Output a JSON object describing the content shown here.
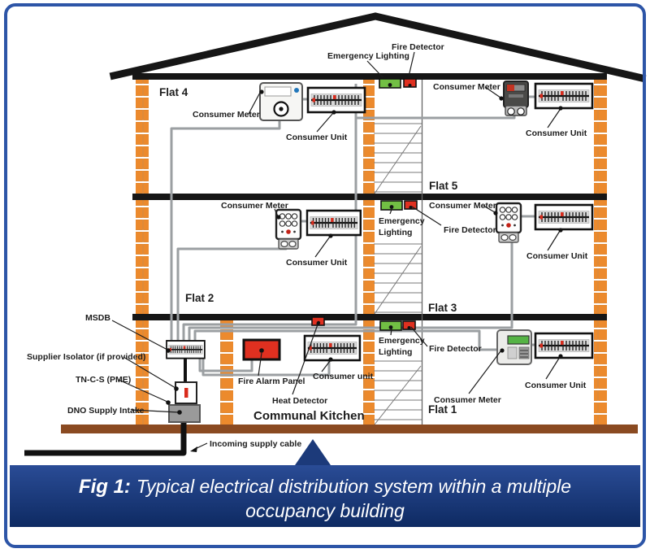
{
  "caption": {
    "fig_label": "Fig 1:",
    "line1": "Typical electrical distribution system within a multiple",
    "line2": "occupancy building"
  },
  "labels": {
    "top": {
      "emergency_lighting": "Emergency Lighting",
      "fire_detector": "Fire Detector"
    },
    "flat4": {
      "name": "Flat 4",
      "consumer_meter": "Consumer Meter",
      "consumer_unit": "Consumer Unit"
    },
    "flat5": {
      "name": "Flat 5",
      "consumer_meter": "Consumer Meter",
      "consumer_unit": "Consumer Unit"
    },
    "flat2": {
      "name": "Flat 2",
      "consumer_meter": "Consumer Meter",
      "consumer_unit": "Consumer Unit"
    },
    "flat3": {
      "name": "Flat 3",
      "consumer_meter": "Consumer Meter",
      "consumer_unit": "Consumer Unit",
      "emergency_line1": "Emergency",
      "emergency_line2": "Lighting",
      "fire_detector": "Fire Detector"
    },
    "flat1": {
      "name": "Flat 1",
      "consumer_meter": "Consumer Meter",
      "consumer_unit": "Consumer Unit"
    },
    "ground": {
      "msdb": "MSDB",
      "supplier_isolator": "Supplier Isolator (if provided)",
      "tncs": "TN-C-S (PME)",
      "dno": "DNO Supply Intake",
      "fire_alarm_panel": "Fire Alarm Panel",
      "consumer_unit": "Consumer unit",
      "heat_detector": "Heat Detector",
      "communal_kitchen": "Communal Kitchen",
      "emergency_line1": "Emergency",
      "emergency_line2": "Lighting",
      "fire_detector": "Fire Detector",
      "incoming_cable": "Incoming supply cable"
    }
  },
  "colors": {
    "column_orange": "#EC8A2D",
    "column_orange_edge": "#D97B20",
    "ground_brown": "#8A4A21",
    "alarm_red": "#E03020",
    "emergency_green": "#72BF44",
    "cable_gray": "#9B9FA2",
    "frame_blue": "#2D55A7",
    "caption_top": "#2A4C96",
    "caption_bottom": "#0E2A62",
    "pointer_navy": "#1C3A7A"
  }
}
